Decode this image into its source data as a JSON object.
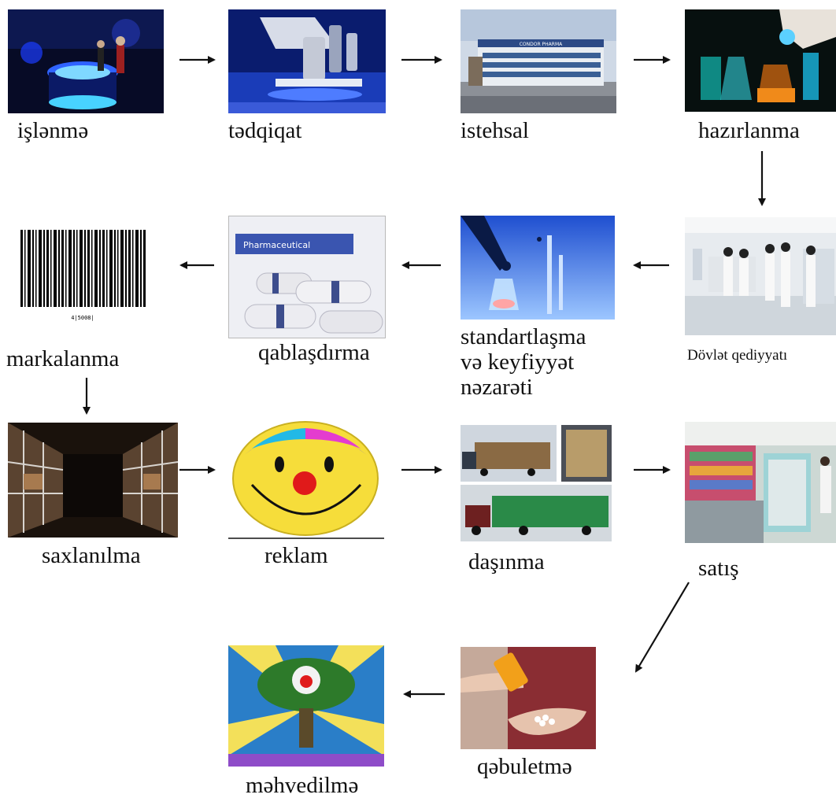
{
  "steps": {
    "development": "işlənmə",
    "research": "tədqiqat",
    "production": "istehsal",
    "preparation": "hazırlanma",
    "state_registration": "Dövlət qediyyatı",
    "standardization_1": "standartlaşma",
    "standardization_2": "və keyfiyyət",
    "standardization_3": "nəzarəti",
    "packaging": "qablaşdırma",
    "labeling": "markalanma",
    "storage": "saxlanılma",
    "advertising": "reklam",
    "transportation": "daşınma",
    "sale": "satış",
    "intake": "qəbuletmə",
    "disposal": "məhvedilmə"
  },
  "image_text": {
    "packaging_banner": "Pharmaceutical",
    "building_sign": "CONDOR PHARMA",
    "barcode_number": "4|5008|"
  }
}
